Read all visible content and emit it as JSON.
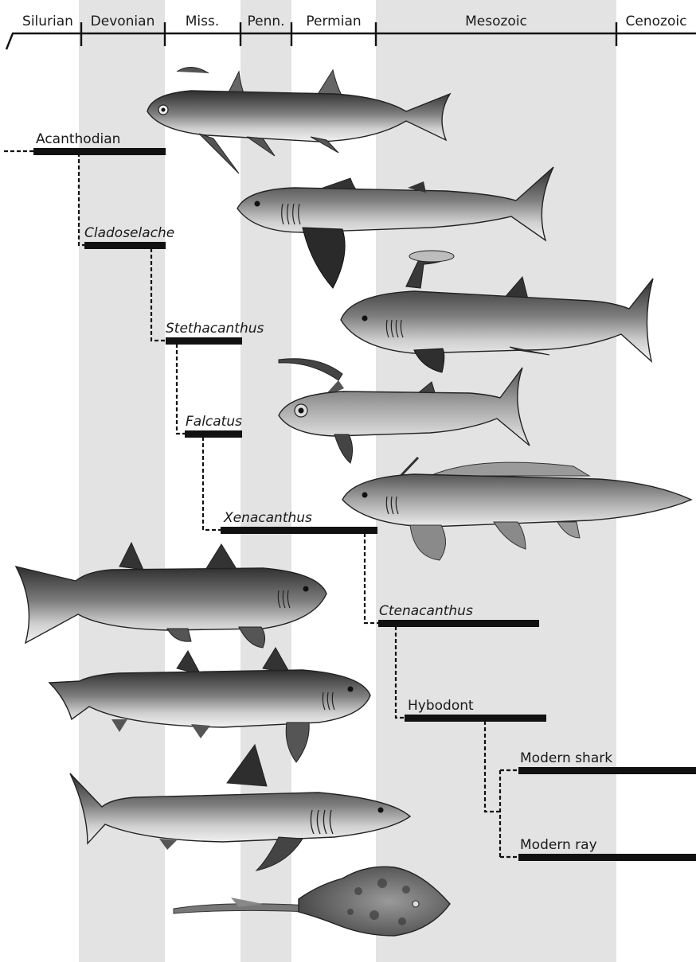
{
  "periods": [
    {
      "label": "Silurian",
      "shaded": false
    },
    {
      "label": "Devonian",
      "shaded": true
    },
    {
      "label": "Miss.",
      "shaded": false
    },
    {
      "label": "Penn.",
      "shaded": true
    },
    {
      "label": "Permian",
      "shaded": false
    },
    {
      "label": "Mesozoic",
      "shaded": true
    },
    {
      "label": "Cenozoic",
      "shaded": false
    }
  ],
  "taxa": [
    {
      "label": "Acanthodian",
      "italic": false
    },
    {
      "label": "Cladoselache",
      "italic": true
    },
    {
      "label": "Stethacanthus",
      "italic": true
    },
    {
      "label": "Falcatus",
      "italic": true
    },
    {
      "label": "Xenacanthus",
      "italic": true
    },
    {
      "label": "Ctenacanthus",
      "italic": true
    },
    {
      "label": "Hybodont",
      "italic": false
    },
    {
      "label": "Modern shark",
      "italic": false
    },
    {
      "label": "Modern ray",
      "italic": false
    }
  ],
  "illustrations": [
    {
      "icon": "acanthodian-fish-illustration"
    },
    {
      "icon": "cladoselache-shark-illustration"
    },
    {
      "icon": "stethacanthus-shark-illustration"
    },
    {
      "icon": "falcatus-shark-illustration"
    },
    {
      "icon": "xenacanthus-shark-illustration"
    },
    {
      "icon": "ctenacanthus-shark-illustration"
    },
    {
      "icon": "hybodont-shark-illustration"
    },
    {
      "icon": "modern-shark-illustration"
    },
    {
      "icon": "modern-ray-illustration"
    }
  ],
  "colors": {
    "band": "#e3e3e3",
    "ink": "#111111",
    "fish_dark": "#3a3a3a",
    "fish_mid": "#8c8c8c",
    "fish_light": "#d9d9d9"
  }
}
